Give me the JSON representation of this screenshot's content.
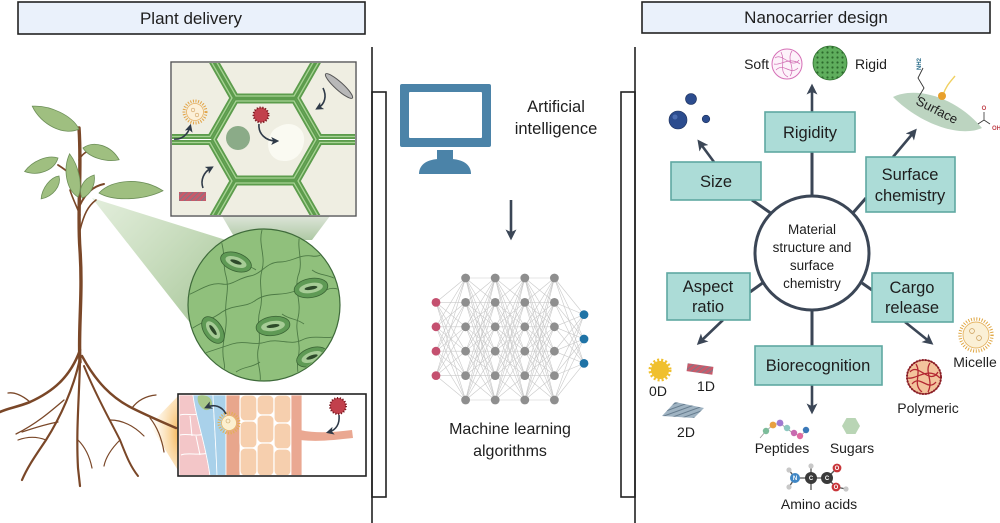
{
  "plant_delivery": {
    "title": "Plant delivery"
  },
  "ai": {
    "label": [
      "Artificial",
      "intelligence"
    ],
    "ml_label": [
      "Machine learning",
      "algorithms"
    ]
  },
  "neural_network": {
    "layer_sizes": [
      4,
      6,
      6,
      6,
      6,
      3
    ],
    "colors": {
      "input": "#c4506f",
      "hidden": "#8e8e8e",
      "output": "#1f73a6",
      "edge": "#c9c9c9"
    }
  },
  "nanocarrier_design": {
    "title": "Nanocarrier design",
    "center_label": [
      "Material",
      "structure and",
      "surface",
      "chemistry"
    ],
    "properties": {
      "size": {
        "label": [
          "Size"
        ]
      },
      "rigidity": {
        "label": [
          "Rigidity"
        ],
        "examples": [
          "Soft",
          "Rigid"
        ]
      },
      "surface_chemistry": {
        "label": [
          "Surface",
          "chemistry"
        ],
        "example": "Surface",
        "groups": {
          "amine": "NH2",
          "carbonyl_o": "O",
          "hydroxyl": "OH"
        }
      },
      "aspect_ratio": {
        "label": [
          "Aspect",
          "ratio"
        ],
        "examples": [
          "0D",
          "1D",
          "2D"
        ]
      },
      "cargo_release": {
        "label": [
          "Cargo",
          "release"
        ],
        "examples": [
          "Micelle",
          "Polymeric"
        ]
      },
      "biorecognition": {
        "label": [
          "Biorecognition"
        ],
        "examples": [
          "Peptides",
          "Sugars",
          "Amino acids"
        ],
        "atoms": {
          "n": "N",
          "c1": "C",
          "c2": "C",
          "o1": "O",
          "o2": "O",
          "h": "H"
        }
      }
    }
  },
  "colors": {
    "header_bg": "#eaf1fb",
    "property_box": "#acdcd7",
    "property_border": "#5fa8a2",
    "monitor": "#4b83a8",
    "connector": "#3b4656",
    "leaf": "#9fbf80",
    "stem": "#7a4728",
    "cell_wall": "#5c9c4c"
  }
}
